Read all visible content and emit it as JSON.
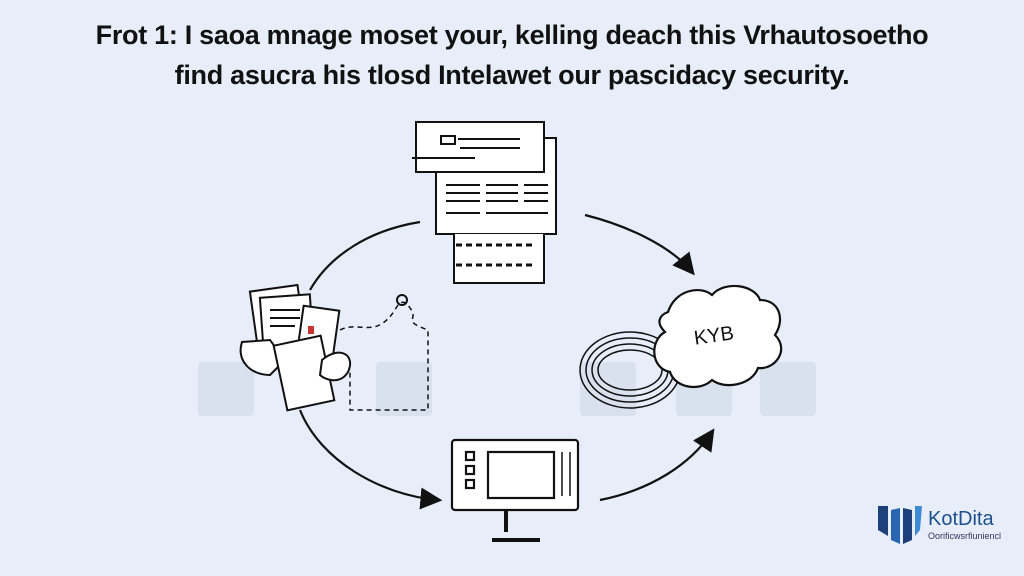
{
  "title": {
    "line1": "Frot 1: I saoa mnage moset your, kelling deach this Vrhautosoetho",
    "line2": "find asucra his tlosd Intelawet our pascidacy security."
  },
  "diagram": {
    "cloud_label": "KYB",
    "nodes": [
      "document-form",
      "hands-with-papers",
      "monitor",
      "cloud-kyb"
    ]
  },
  "logo": {
    "brand": "KotDita",
    "tagline": "Oorificwsrfiuniencl"
  },
  "colors": {
    "background": "#e7eef9",
    "stroke": "#1a1a1a",
    "logo_blue": "#1d4f8f"
  }
}
